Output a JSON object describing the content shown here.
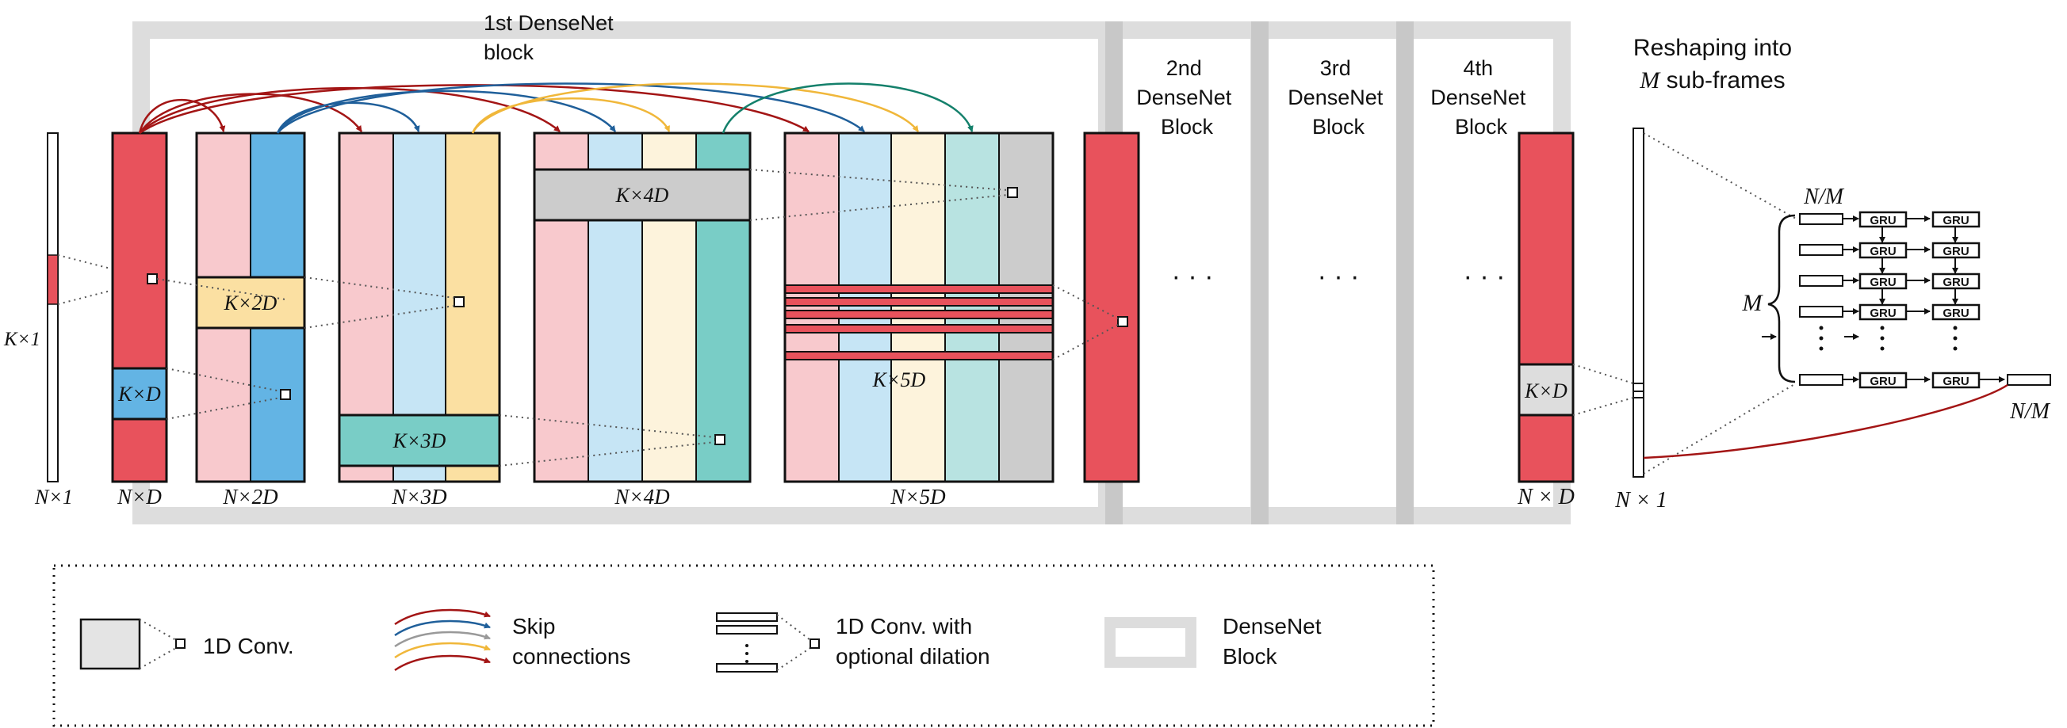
{
  "colors": {
    "red": "#e8525c",
    "blue": "#63b4e4",
    "yellow": "#fbe0a2",
    "teal": "#79cdc6",
    "gray": "#cccccc",
    "pink": "#f8c9cd",
    "light_blue": "#c6e5f5",
    "cream": "#fdf3dc",
    "light_teal": "#b8e3e1",
    "block_border": "#dddddd",
    "skip_red": "#a31515",
    "skip_blue": "#1f5f9a",
    "skip_gray": "#999999",
    "skip_orange": "#f0b73a",
    "skip_green": "#14806b"
  },
  "blocks": {
    "first": "1st DenseNet\nblock",
    "second": "2nd\nDenseNet\nBlock",
    "third": "3rd\nDenseNet\nBlock",
    "fourth": "4th\nDenseNet\nBlock"
  },
  "input_label": "N×1",
  "input_side_label": "K×1",
  "stack_labels": [
    "N×D",
    "N×2D",
    "N×3D",
    "N×4D",
    "N×5D"
  ],
  "kernel_labels": [
    "K×D",
    "K×2D",
    "K×3D",
    "K×4D",
    "K×5D"
  ],
  "ellipsis": [
    "· · ·",
    "· · ·",
    "· · ·"
  ],
  "final_stack_label": "N × D",
  "final_kernel_label": "K×D",
  "reshape_title": "Reshaping into",
  "reshape_sub_var": "M",
  "reshape_sub_text": " sub-frames",
  "reshape_output_label": "N × 1",
  "gru_group": {
    "top_label": "N/M",
    "side_label": "M",
    "out_label": "N/M",
    "cell_label": "GRU"
  },
  "legend": {
    "conv": "1D Conv.",
    "skip_line1": "Skip",
    "skip_line2": "connections",
    "dil_line1": "1D Conv. with",
    "dil_line2": "optional dilation",
    "block_line1": "DenseNet",
    "block_line2": "Block"
  }
}
